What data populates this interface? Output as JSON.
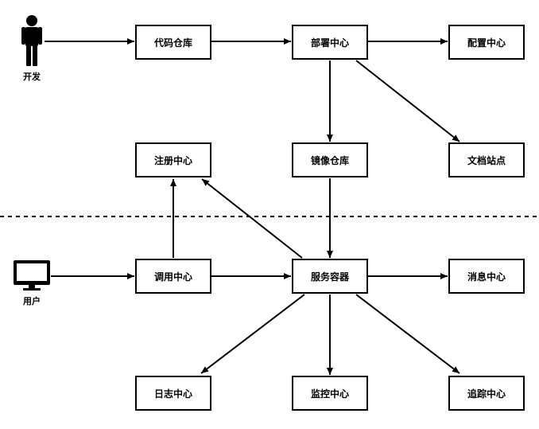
{
  "actors": {
    "developer": "开发",
    "user": "用户"
  },
  "nodes": {
    "code_repo": "代码仓库",
    "deploy_center": "部署中心",
    "config_center": "配置中心",
    "registry_center": "注册中心",
    "image_repo": "镜像仓库",
    "doc_site": "文档站点",
    "invoke_center": "调用中心",
    "service_container": "服务容器",
    "message_center": "消息中心",
    "log_center": "日志中心",
    "monitor_center": "监控中心",
    "trace_center": "追踪中心"
  },
  "edges": [
    {
      "from": "developer",
      "to": "code_repo"
    },
    {
      "from": "code_repo",
      "to": "deploy_center"
    },
    {
      "from": "deploy_center",
      "to": "config_center"
    },
    {
      "from": "deploy_center",
      "to": "image_repo"
    },
    {
      "from": "deploy_center",
      "to": "doc_site"
    },
    {
      "from": "image_repo",
      "to": "service_container"
    },
    {
      "from": "user",
      "to": "invoke_center"
    },
    {
      "from": "invoke_center",
      "to": "registry_center"
    },
    {
      "from": "invoke_center",
      "to": "service_container"
    },
    {
      "from": "service_container",
      "to": "registry_center"
    },
    {
      "from": "service_container",
      "to": "message_center"
    },
    {
      "from": "service_container",
      "to": "log_center"
    },
    {
      "from": "service_container",
      "to": "monitor_center"
    },
    {
      "from": "service_container",
      "to": "trace_center"
    }
  ]
}
